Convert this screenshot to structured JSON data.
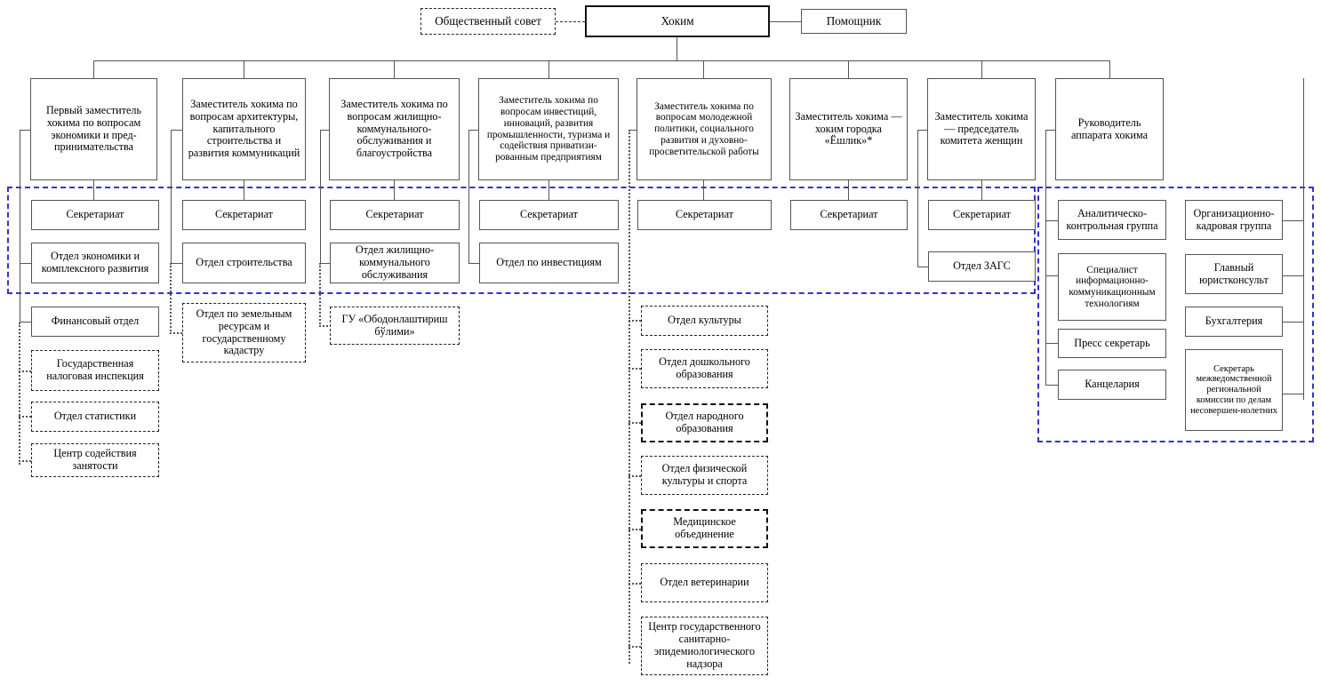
{
  "meta": {
    "title": "Структура хокимията — организационная схема",
    "accent_blue": "#3333cc",
    "line_color": "#555555"
  },
  "top": {
    "public_council": "Общественный совет",
    "hokim": "Хоким",
    "assistant": "Помощник"
  },
  "deputies": [
    {
      "id": "econ",
      "label": "Первый заместитель хокима по вопросам экономики и пред-принимательства"
    },
    {
      "id": "arch",
      "label": "Заместитель хокима по вопросам архитектуры, капитального строительства и развития коммуникаций"
    },
    {
      "id": "jkh",
      "label": "Заместитель хокима по вопросам жилищно-коммунального-обслуживания и благоустройства"
    },
    {
      "id": "invest",
      "label": "Заместитель хокима по вопросам инвестиций, инноваций, развития промышленности, туризма и содействия приватизи-рованным предприятиям"
    },
    {
      "id": "youth",
      "label": "Заместитель хокима по вопросам молодежной политики, социального развития и духовно-просветительской работы"
    },
    {
      "id": "eshlik",
      "label": "Заместитель хокима — хоким городка «Ёшлик»*"
    },
    {
      "id": "women",
      "label": "Заместитель хокима — председатель комитета женщин"
    },
    {
      "id": "apparat",
      "label": "Руководитель аппарата хокима"
    }
  ],
  "secretariats": [
    {
      "id": "sec-econ",
      "label": "Секретариат"
    },
    {
      "id": "sec-arch",
      "label": "Секретариат"
    },
    {
      "id": "sec-jkh",
      "label": "Секретариат"
    },
    {
      "id": "sec-invest",
      "label": "Секретариат"
    },
    {
      "id": "sec-youth",
      "label": "Секретариат"
    },
    {
      "id": "sec-eshlik",
      "label": "Секретариат"
    },
    {
      "id": "sec-women",
      "label": "Секретариат"
    }
  ],
  "col_econ": {
    "dept_economy": "Отдел экономики и комплексного развития",
    "dept_finance": "Финансовый отдел",
    "tax_inspection": "Государственная налоговая инспекция",
    "statistics": "Отдел статистики",
    "employment_center": "Центр содействия занятости"
  },
  "col_arch": {
    "dept_construction": "Отдел строительства",
    "land_cadastre": "Отдел по земельным ресурсам и государственному кадастру"
  },
  "col_jkh": {
    "dept_jkh": "Отдел жилищно-коммунального обслуживания",
    "gu_obodon": "ГУ «Ободонлаштириш бўлими»"
  },
  "col_invest": {
    "dept_investment": "Отдел по инвестициям"
  },
  "col_youth": {
    "culture": "Отдел культуры",
    "preschool": "Отдел дошкольного образования",
    "public_education": "Отдел народного образования",
    "sport": "Отдел физической культуры и спорта",
    "medical": "Медицинское объединение",
    "veterinary": "Отдел ветеринарии",
    "sanepid": "Центр государственного санитарно-эпидемиологического надзора"
  },
  "col_women": {
    "zags": "Отдел ЗАГС"
  },
  "col_apparat_left": {
    "analytic_group": "Аналитическо-контрольная группа",
    "ict_specialist": "Специалист информационно-коммуникационным технологиям",
    "press_secretary": "Пресс секретарь",
    "chancellery": "Канцелария"
  },
  "col_apparat_right": {
    "hr_group": "Организационно-кадровая группа",
    "chief_legal": "Главный юристконсульт",
    "accounting": "Бухгалтерия",
    "minors_commission": "Секретарь межведомственной региональной комиссии по делам несовершен-нолетних"
  }
}
